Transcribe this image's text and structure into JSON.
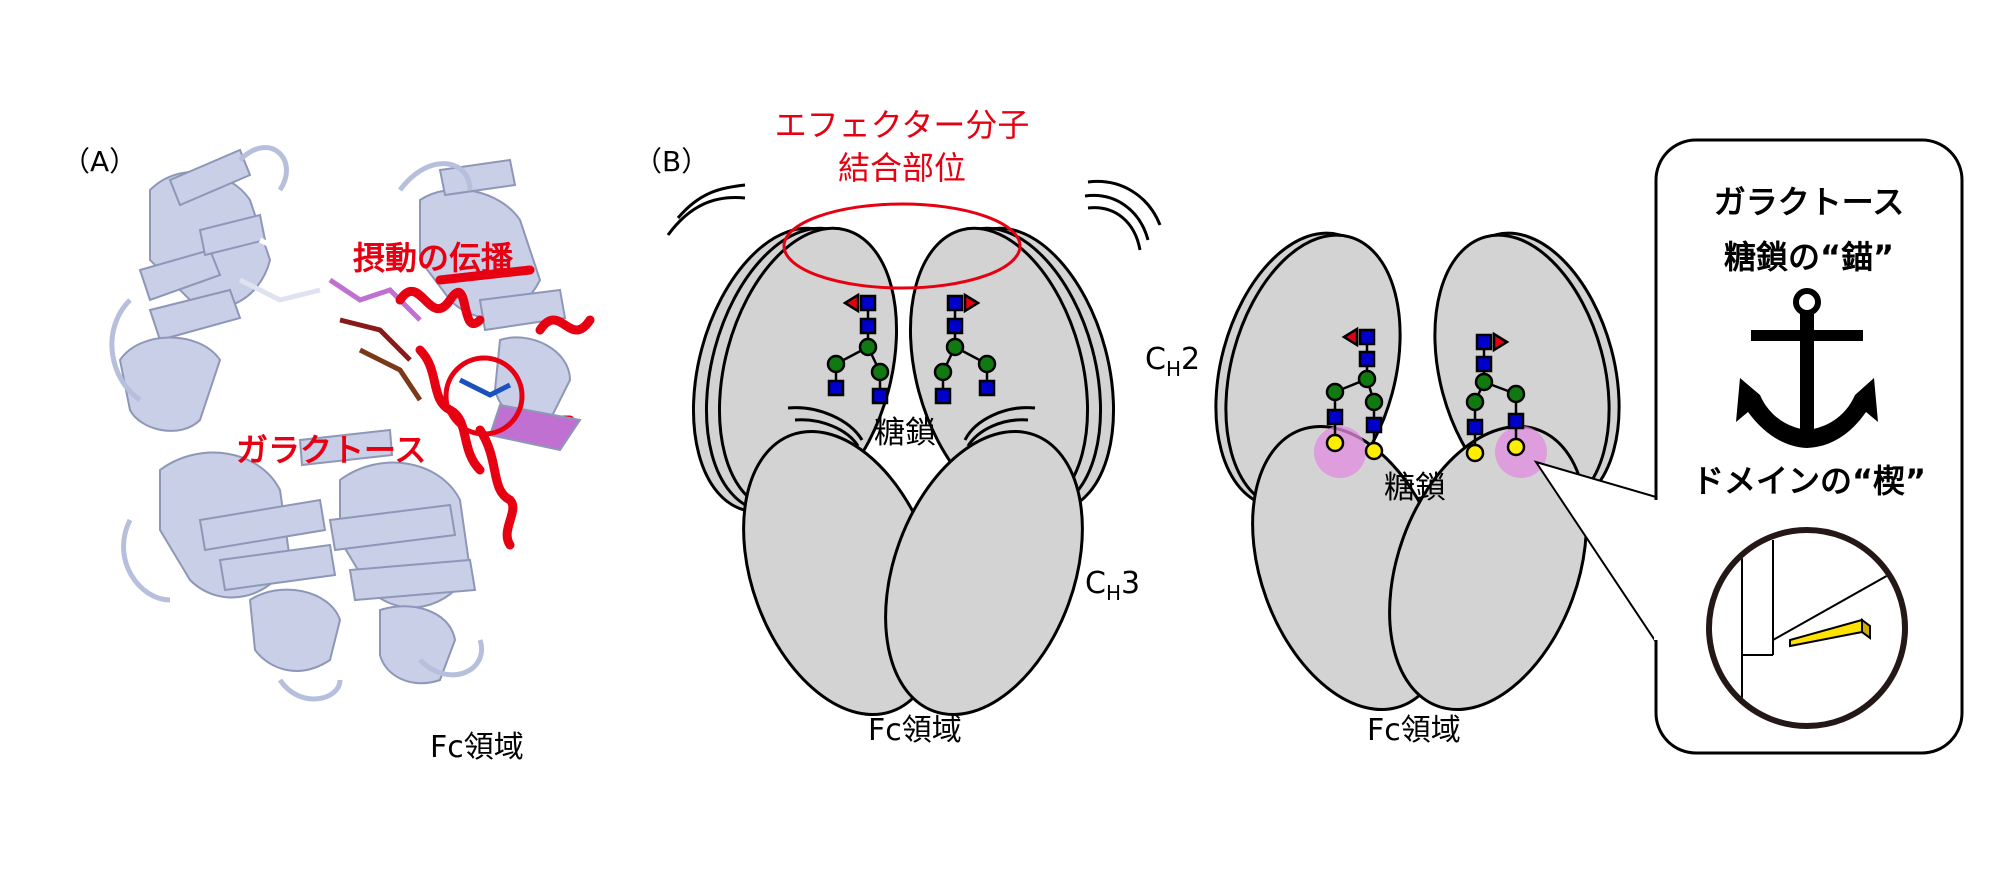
{
  "panel_a": {
    "label": "（A）",
    "propagation": "摂動の伝播",
    "galactose": "ガラクトース",
    "fc": "Fc領域"
  },
  "panel_b": {
    "label": "（B）",
    "effector_line1": "エフェクター分子",
    "effector_line2": "結合部位",
    "ch2_c": "C",
    "ch2_sub": "H",
    "ch2_num": "2",
    "ch3_c": "C",
    "ch3_sub": "H",
    "ch3_num": "3",
    "glycan_left": "糖鎖",
    "fc_left": "Fc領域",
    "glycan_right": "糖鎖",
    "fc_right": "Fc領域"
  },
  "callout": {
    "line1": "ガラクトース",
    "line2": "糖鎖の“錨”",
    "line3": "ドメインの“楔”"
  },
  "colors": {
    "red": "#e60012",
    "domain_gray": "#d3d3d3",
    "protein_blue": "#c8cfe6",
    "glcnac": "#0000cc",
    "mannose": "#107a10",
    "galactose": "#ffee00",
    "fucose": "#e60012",
    "highlight": "#e28be0"
  }
}
